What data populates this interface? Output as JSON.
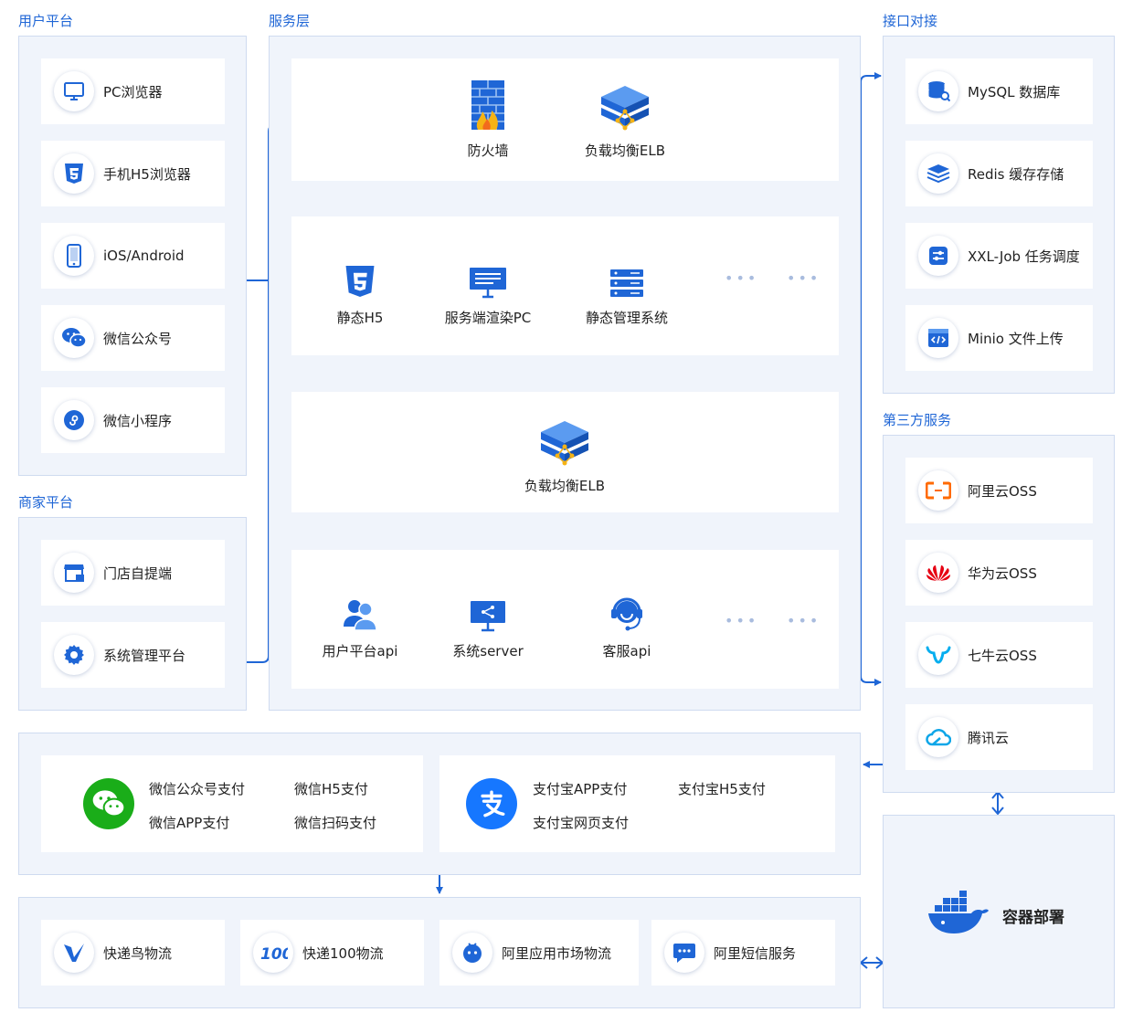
{
  "sections": {
    "user_platform": "用户平台",
    "service_layer": "服务层",
    "interfaces": "接口对接",
    "third_party": "第三方服务",
    "merchant_platform": "商家平台"
  },
  "user_platform": {
    "items": [
      "PC浏览器",
      "手机H5浏览器",
      "iOS/Android",
      "微信公众号",
      "微信小程序"
    ]
  },
  "merchant_platform": {
    "items": [
      "门店自提端",
      "系统管理平台"
    ]
  },
  "service_layer": {
    "row1": [
      "防火墙",
      "负载均衡ELB"
    ],
    "row2": [
      "静态H5",
      "服务端渲染PC",
      "静态管理系统"
    ],
    "row3": [
      "负载均衡ELB"
    ],
    "row4": [
      "用户平台api",
      "系统server",
      "客服api"
    ],
    "dots": "•••"
  },
  "interfaces": {
    "items": [
      "MySQL 数据库",
      "Redis 缓存存储",
      "XXL-Job 任务调度",
      "Minio 文件上传"
    ]
  },
  "third_party": {
    "items": [
      "阿里云OSS",
      "华为云OSS",
      "七牛云OSS",
      "腾讯云"
    ]
  },
  "payment": {
    "wechat": [
      "微信公众号支付",
      "微信H5支付",
      "微信APP支付",
      "微信扫码支付"
    ],
    "alipay": [
      "支付宝APP支付",
      "支付宝H5支付",
      "支付宝网页支付"
    ]
  },
  "logistics": {
    "items": [
      "快递鸟物流",
      "快递100物流",
      "阿里应用市场物流",
      "阿里短信服务"
    ]
  },
  "container": {
    "label": "容器部署"
  },
  "colors": {
    "accent": "#1f66d6",
    "panel_bg": "#f0f4fb",
    "panel_border": "#cfdbf0",
    "wechat_green": "#1aad19",
    "alipay_blue": "#1677ff"
  }
}
